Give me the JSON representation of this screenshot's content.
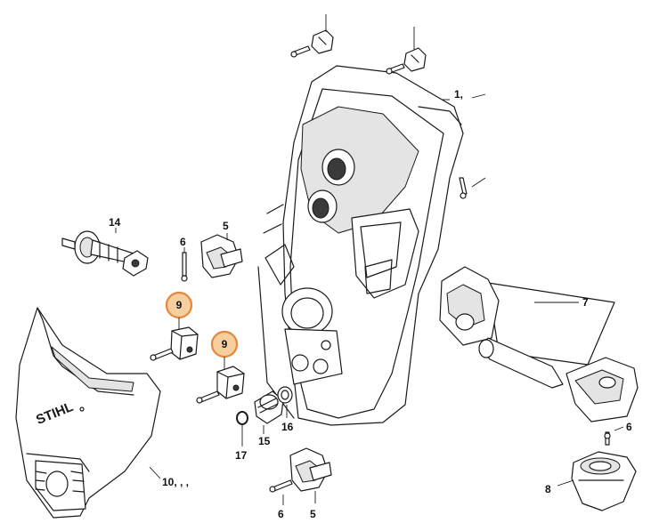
{
  "diagram": {
    "callouts": {
      "c_top1": "",
      "c_top2": "",
      "c_1": "1,",
      "c_14": "14",
      "c_5a": "5",
      "c_6a": "6",
      "c_9a": "9",
      "c_9b": "9",
      "c_7": "7",
      "c_6b": "6",
      "c_15": "15",
      "c_16": "16",
      "c_17": "17",
      "c_10": "10, , ,",
      "c_8": "8",
      "c_6c": "6",
      "c_5b": "5"
    },
    "logo_text": "STIHL",
    "highlight_color": "#e8863a"
  }
}
